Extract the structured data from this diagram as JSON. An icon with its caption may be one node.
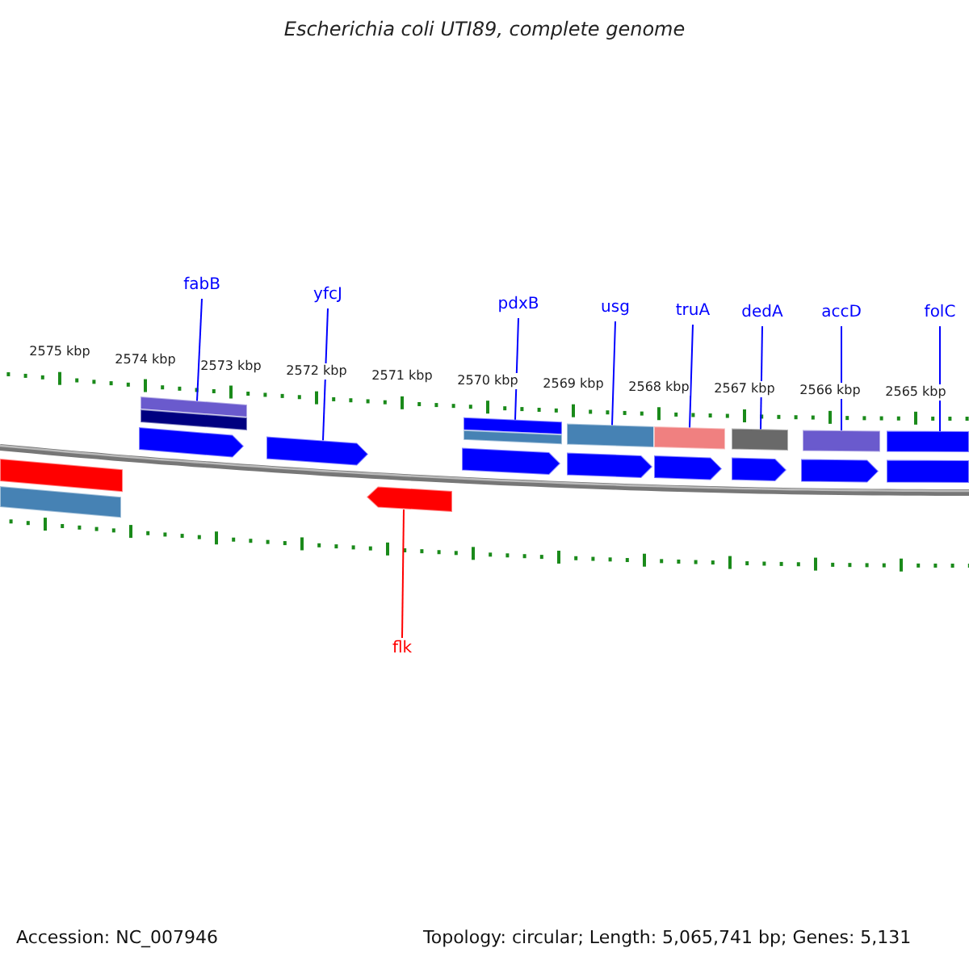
{
  "diagram": {
    "title": "Escherichia coli UTI89, complete genome",
    "nodes": [
      {
        "text": [
          "fabB"
        ]
      },
      {
        "text": [
          "yfcJ"
        ]
      },
      {
        "text": [
          "pdxB"
        ]
      },
      {
        "text": [
          "usg"
        ]
      },
      {
        "text": [
          "truA"
        ]
      },
      {
        "text": [
          "dedA"
        ]
      },
      {
        "text": [
          "accD"
        ]
      },
      {
        "text": [
          "folC"
        ]
      },
      {
        "text": [
          "flk"
        ]
      },
      {
        "text": [],
        "shape": "bar"
      },
      {
        "text": [],
        "shape": "bar"
      },
      {
        "text": [],
        "shape": "bar"
      },
      {
        "text": [],
        "shape": "bar"
      },
      {
        "text": [],
        "shape": "arrow"
      },
      {
        "text": [],
        "shape": "arrow"
      },
      {
        "text": [],
        "shape": "arrow"
      },
      {
        "text": [],
        "shape": "bar"
      },
      {
        "text": [],
        "shape": "bar"
      },
      {
        "text": [],
        "shape": "arrow"
      },
      {
        "text": [],
        "shape": "bar"
      },
      {
        "text": [],
        "shape": "arrow"
      },
      {
        "text": [],
        "shape": "bar"
      },
      {
        "text": [],
        "shape": "arrow"
      },
      {
        "text": [],
        "shape": "bar"
      },
      {
        "text": [],
        "shape": "arrow"
      },
      {
        "text": [],
        "shape": "bar"
      },
      {
        "text": [],
        "shape": "arrow"
      },
      {
        "text": [],
        "shape": "bar"
      },
      {
        "text": [],
        "shape": "bar"
      }
    ],
    "edges": [
      {
        "from": 0,
        "to": 11,
        "arrow": "none"
      },
      {
        "from": 1,
        "to": 14,
        "arrow": "none"
      },
      {
        "from": 2,
        "to": 16,
        "arrow": "none"
      },
      {
        "from": 3,
        "to": 19,
        "arrow": "none"
      },
      {
        "from": 4,
        "to": 21,
        "arrow": "none"
      },
      {
        "from": 5,
        "to": 23,
        "arrow": "none"
      },
      {
        "from": 6,
        "to": 25,
        "arrow": "none"
      },
      {
        "from": 7,
        "to": 27,
        "arrow": "none"
      },
      {
        "from": 8,
        "to": 15,
        "arrow": "none",
        "color": "#ff0000"
      }
    ],
    "labels": [
      "2575 kbp",
      "2574 kbp",
      "2573 kbp",
      "2572 kbp",
      "2571 kbp",
      "2570 kbp",
      "2569 kbp",
      "2568 kbp",
      "2567 kbp",
      "2566 kbp",
      "2565 kbp",
      "Accession: NC_007946",
      "Topology: circular; Length: 5,065,741 bp; Genes: 5,131"
    ]
  }
}
